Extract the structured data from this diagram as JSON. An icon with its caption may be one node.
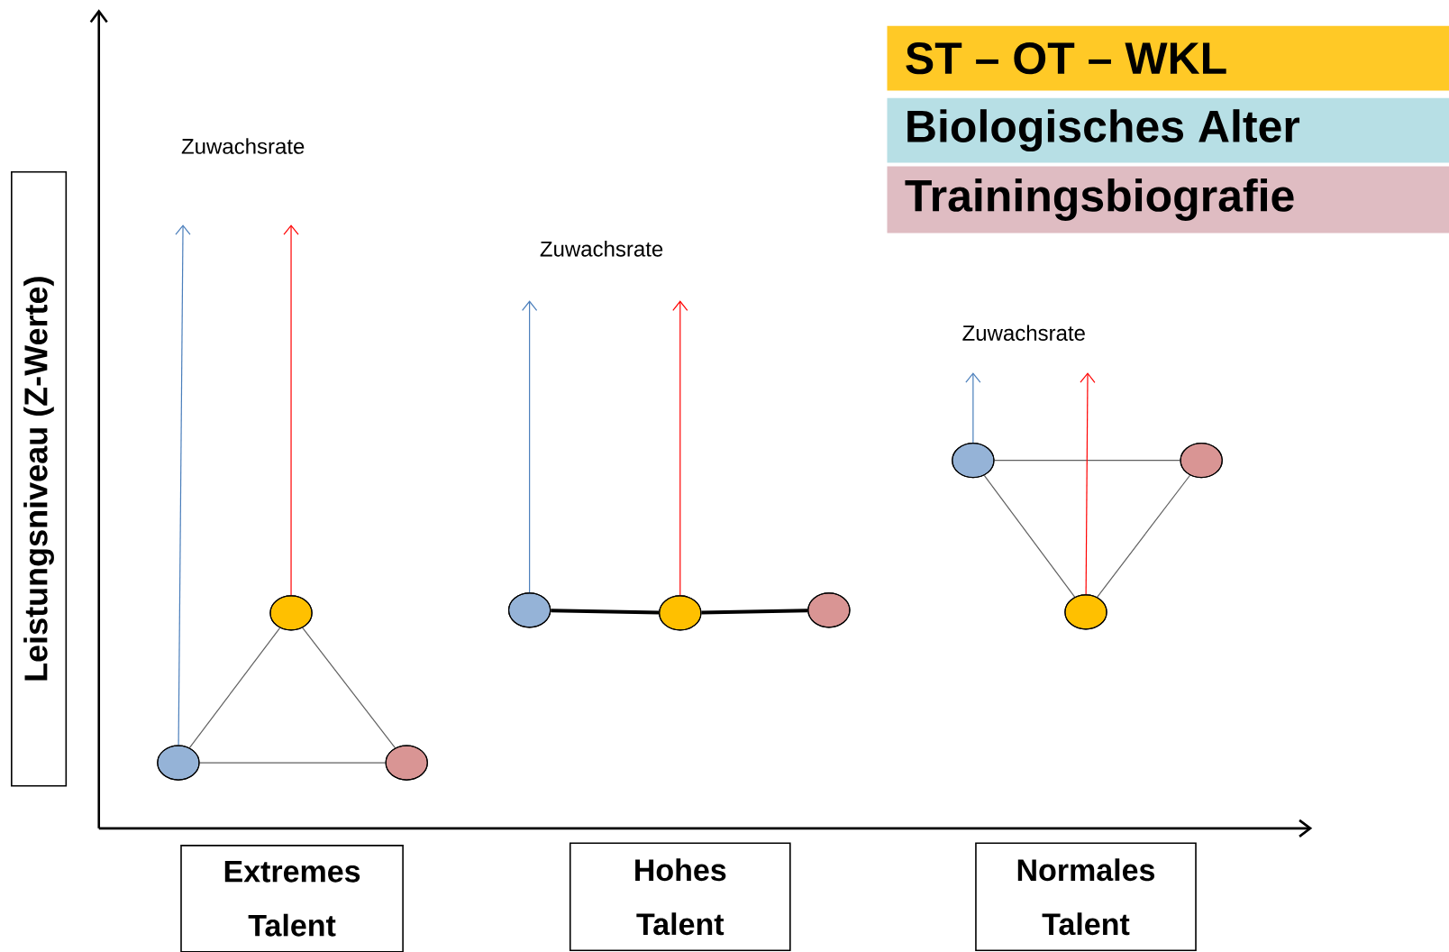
{
  "diagram": {
    "nodes": [
      {
        "text": [
          "Leistungsniveau (Z-Werte)"
        ]
      },
      {
        "text": [],
        "shape": "circle"
      },
      {
        "text": [],
        "shape": "circle"
      },
      {
        "text": [],
        "shape": "circle"
      },
      {
        "text": [],
        "shape": "circle"
      },
      {
        "text": [],
        "shape": "circle"
      },
      {
        "text": [],
        "shape": "circle"
      },
      {
        "text": [],
        "shape": "circle"
      },
      {
        "text": [],
        "shape": "circle"
      },
      {
        "text": [],
        "shape": "circle"
      },
      {
        "text": [
          "Extremes Talent"
        ]
      },
      {
        "text": [
          "Hohes Talent"
        ]
      },
      {
        "text": [
          "Normales Talent"
        ]
      }
    ],
    "edges": [
      {
        "from": 1,
        "to": 2,
        "arrow": "none"
      },
      {
        "from": 1,
        "to": 3,
        "arrow": "none"
      },
      {
        "from": 2,
        "to": 3,
        "arrow": "none"
      },
      {
        "from": 4,
        "to": 5,
        "arrow": "none",
        "color": "#000000",
        "style": "thick"
      },
      {
        "from": 5,
        "to": 6,
        "arrow": "none",
        "color": "#000000",
        "style": "thick"
      },
      {
        "from": 7,
        "to": 8,
        "arrow": "none"
      },
      {
        "from": 7,
        "to": 9,
        "arrow": "none"
      },
      {
        "from": 8,
        "to": 9,
        "arrow": "none"
      },
      {
        "from": 2,
        "to": null,
        "arrow": "to",
        "color": "#4a7ebb"
      },
      {
        "from": 1,
        "to": null,
        "arrow": "to",
        "color": "#ff0000"
      },
      {
        "from": 4,
        "to": null,
        "arrow": "to",
        "color": "#4a7ebb"
      },
      {
        "from": 5,
        "to": null,
        "arrow": "to",
        "color": "#ff0000"
      },
      {
        "from": 7,
        "to": null,
        "arrow": "to",
        "color": "#4a7ebb"
      },
      {
        "from": 9,
        "to": null,
        "arrow": "to",
        "color": "#ff0000"
      }
    ],
    "labels": [
      "Zuwachsrate",
      "Zuwachsrate",
      "Zuwachsrate"
    ],
    "legend": [
      {
        "text": "ST – OT – WKL",
        "color": "#ffc926"
      },
      {
        "text": "Biologisches Alter",
        "color": "#b7dfe5"
      },
      {
        "text": "Trainingsbiografie",
        "color": "#dfbcc2"
      }
    ]
  }
}
